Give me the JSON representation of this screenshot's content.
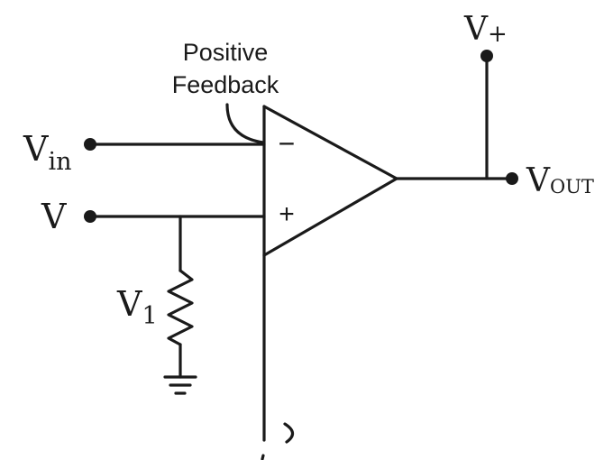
{
  "annotation": {
    "line1": "Positive",
    "line2": "Feedback"
  },
  "inputs": {
    "inverting_label_main": "V",
    "inverting_label_sub": "in",
    "noninverting_label": "V",
    "inverting_sign": "−",
    "noninverting_sign": "+"
  },
  "resistor": {
    "label_main": "V",
    "label_sub": "1"
  },
  "supply": {
    "label_main": "V",
    "label_sub": "+"
  },
  "output": {
    "label_main": "V",
    "label_sub": "OUT"
  },
  "colors": {
    "ink": "#1a1a1a",
    "background": "#ffffff"
  }
}
